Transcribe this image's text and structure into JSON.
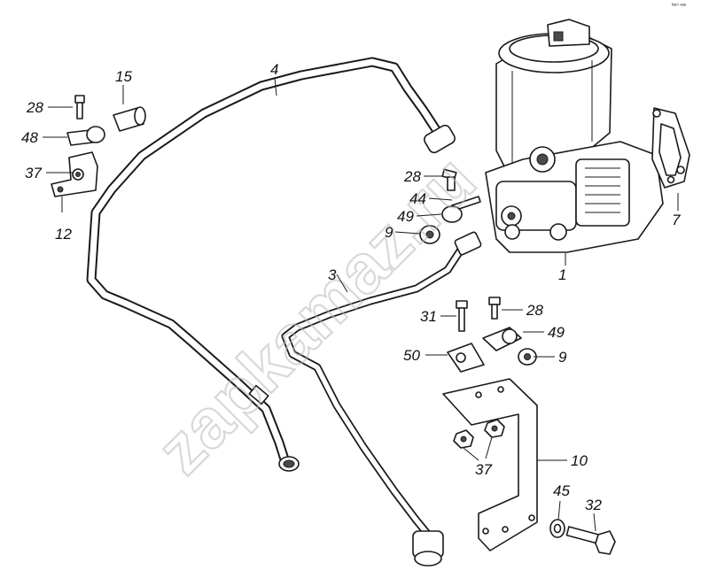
{
  "corner_mark": "ᵏᵃᵐ ᵃᵃᵃ",
  "watermark": "zapkamaz.ru",
  "callouts": [
    "1",
    "3",
    "4",
    "7",
    "9",
    "9",
    "10",
    "12",
    "15",
    "28",
    "28",
    "28",
    "31",
    "32",
    "37",
    "37",
    "44",
    "45",
    "48",
    "49",
    "49",
    "50"
  ]
}
